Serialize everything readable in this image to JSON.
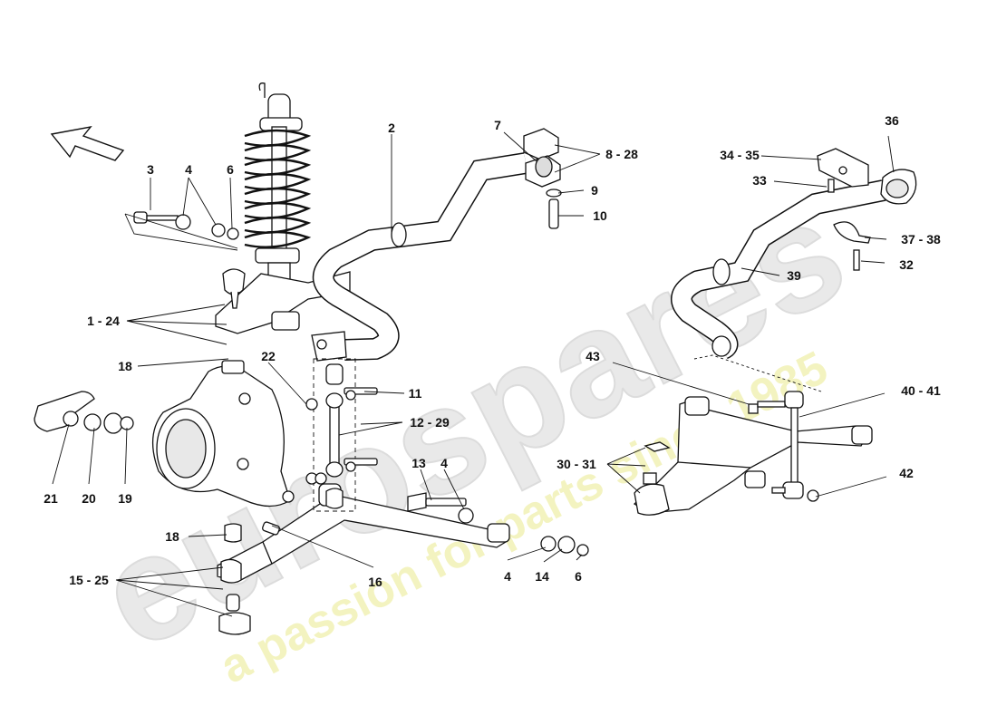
{
  "watermark": {
    "brand": "eurospares",
    "tagline": "a passion for parts since 1985",
    "brand_color": "#e6e6e6",
    "tagline_color": "#f0f0b4"
  },
  "colors": {
    "line": "#111111",
    "part_fill": "#ffffff",
    "shade": "#cfcfcf"
  },
  "callouts": [
    {
      "id": "c3",
      "text": "3"
    },
    {
      "id": "c4a",
      "text": "4"
    },
    {
      "id": "c6a",
      "text": "6"
    },
    {
      "id": "c1-24",
      "text": "1 - 24"
    },
    {
      "id": "c18a",
      "text": "18"
    },
    {
      "id": "c22",
      "text": "22"
    },
    {
      "id": "c21",
      "text": "21"
    },
    {
      "id": "c20",
      "text": "20"
    },
    {
      "id": "c19",
      "text": "19"
    },
    {
      "id": "c18b",
      "text": "18"
    },
    {
      "id": "c15-25",
      "text": "15 - 25"
    },
    {
      "id": "c16",
      "text": "16"
    },
    {
      "id": "c2",
      "text": "2"
    },
    {
      "id": "c7",
      "text": "7"
    },
    {
      "id": "c8-28",
      "text": "8 - 28"
    },
    {
      "id": "c9",
      "text": "9"
    },
    {
      "id": "c10",
      "text": "10"
    },
    {
      "id": "c11",
      "text": "11"
    },
    {
      "id": "c12-29",
      "text": "12 - 29"
    },
    {
      "id": "c13",
      "text": "13"
    },
    {
      "id": "c4b",
      "text": "4"
    },
    {
      "id": "c4c",
      "text": "4"
    },
    {
      "id": "c14",
      "text": "14"
    },
    {
      "id": "c6b",
      "text": "6"
    },
    {
      "id": "c34-35",
      "text": "34 - 35"
    },
    {
      "id": "c36",
      "text": "36"
    },
    {
      "id": "c33",
      "text": "33"
    },
    {
      "id": "c37-38",
      "text": "37 - 38"
    },
    {
      "id": "c32",
      "text": "32"
    },
    {
      "id": "c39",
      "text": "39"
    },
    {
      "id": "c43",
      "text": "43"
    },
    {
      "id": "c40-41",
      "text": "40 - 41"
    },
    {
      "id": "c30-31",
      "text": "30 - 31"
    },
    {
      "id": "c42",
      "text": "42"
    }
  ]
}
